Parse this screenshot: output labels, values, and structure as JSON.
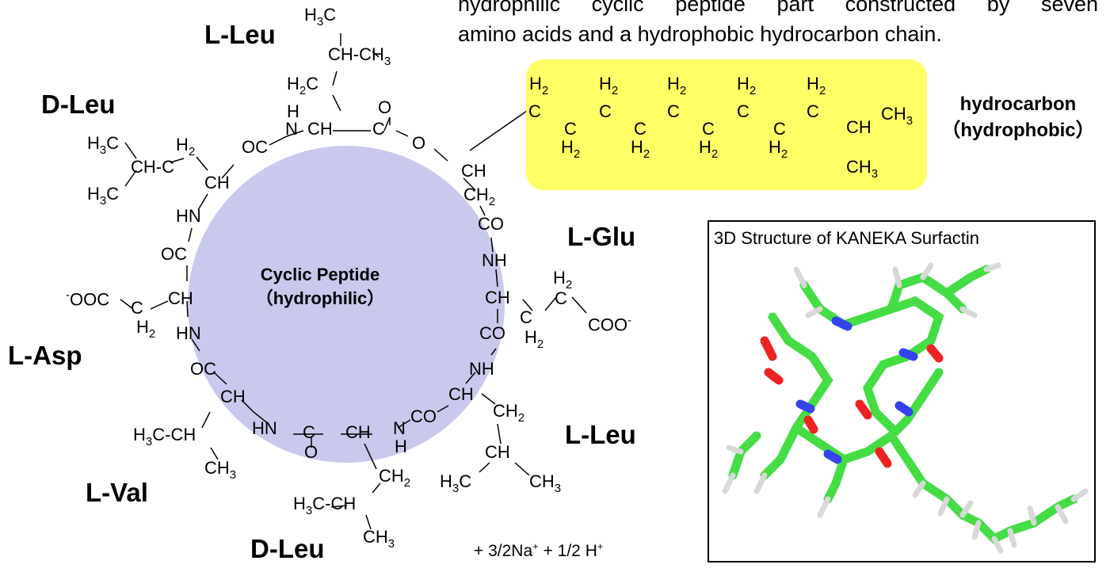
{
  "caption": {
    "line1": "hydrophilic cyclic peptide part constructed by seven",
    "line2": "amino acids and a hydrophobic hydrocarbon chain."
  },
  "amino_acids": {
    "l_leu_top": "L-Leu",
    "d_leu_left": "D-Leu",
    "l_asp": "L-Asp",
    "l_val": "L-Val",
    "d_leu_bottom": "D-Leu",
    "l_leu_right": "L-Leu",
    "l_glu": "L-Glu"
  },
  "circle": {
    "title": "Cyclic Peptide",
    "subtitle": "（hydrophilic）",
    "color": "#c8c9ec"
  },
  "hydrocarbon": {
    "title": "hydrocarbon",
    "subtitle": "（hydrophobic）",
    "box_color": "#ffff66"
  },
  "structure_3d": {
    "title": "3D Structure of KANEKA Surfactin",
    "colors": {
      "carbon": "#44dd44",
      "hydrogen": "#d8d8d8",
      "nitrogen": "#3344ee",
      "oxygen": "#ee2222"
    }
  },
  "ions": "+ 3/2Na",
  "ions_sup1": "+",
  "ions_mid": " + 1/2 H",
  "ions_sup2": "+",
  "atoms": {
    "C": "C",
    "CH": "CH",
    "H": "H",
    "O": "O",
    "N": "N",
    "CO": "CO",
    "OC": "OC",
    "NH": "NH",
    "HN": "HN",
    "CH3": "CH",
    "H2": "H",
    "OOC_minus": "OOC",
    "COO_minus": "COO",
    "sub3": "3",
    "sub2": "2",
    "minus": "-",
    "H3C": "H",
    "H2C": "H",
    "H3C_dash": "H",
    "tail_C": "C",
    "CH_dash": "CH",
    "C_dash": "C",
    "N_dash": "N",
    "H3C_tail": "H"
  }
}
